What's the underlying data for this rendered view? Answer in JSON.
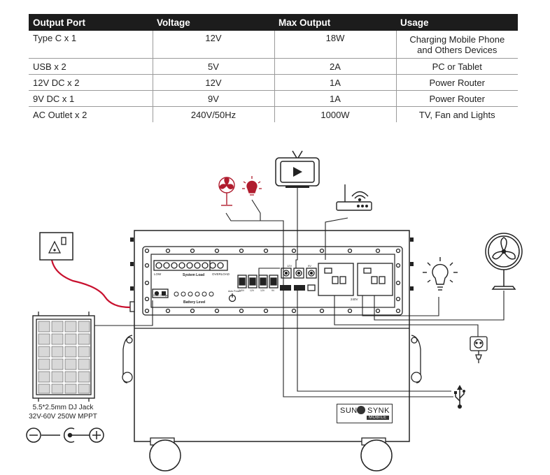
{
  "table": {
    "headers": [
      "Output Port",
      "Voltage",
      "Max Output",
      "Usage"
    ],
    "rows": [
      [
        "Type C x 1",
        "12V",
        "18W",
        "Charging Mobile Phone and Others Devices"
      ],
      [
        "USB x 2",
        "5V",
        "2A",
        "PC or Tablet"
      ],
      [
        "12V DC x 2",
        "12V",
        "1A",
        "Power Router"
      ],
      [
        "9V DC x 1",
        "9V",
        "1A",
        "Power Router"
      ],
      [
        "AC Outlet x 2",
        "240V/50Hz",
        "1000W",
        "TV, Fan and Lights"
      ]
    ]
  },
  "usage_line1": "Charging Mobile Phone",
  "usage_line2": "and Others Devices",
  "panel": {
    "system_load": "System Load",
    "battery_level": "Battery Level",
    "overload": "OVERLOAD",
    "low": "LOW",
    "label_240v_left": "240V",
    "label_12v_a": "12V",
    "label_12v_b": "12V",
    "label_9v": "9V",
    "label_12v_top": "12V",
    "label_9v_top": "9V",
    "label_240v": "240V",
    "auto_power": "Auto Power",
    "solar_charge": "Solar Charge"
  },
  "solar_caption_1": "5.5*2.5mm DJ Jack",
  "solar_caption_2": "32V-60V 250W MPPT",
  "brand": {
    "sun": "SUN",
    "synk": "SYNK",
    "mobile": "MOBILE"
  },
  "colors": {
    "header_bg": "#1c1c1c",
    "cable_red": "#c8102e",
    "icon_red": "#b01c2e",
    "line": "#222222"
  }
}
